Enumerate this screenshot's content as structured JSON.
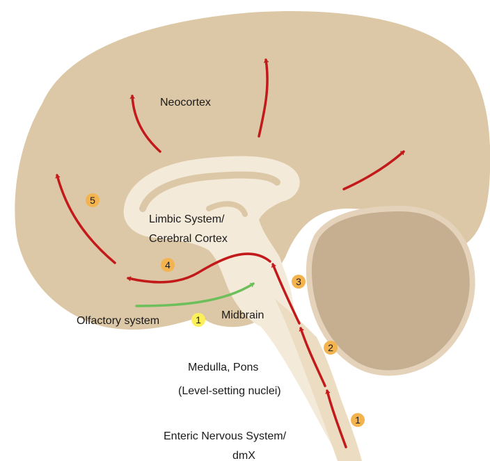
{
  "labels": {
    "neocortex": "Neocortex",
    "limbic_line1": "Limbic System/",
    "limbic_line2": "Cerebral Cortex",
    "olfactory": "Olfactory system",
    "midbrain": "Midbrain",
    "medulla_line1": "Medulla, Pons",
    "medulla_line2": "(Level-setting nuclei)",
    "enteric_line1": "Enteric Nervous System/",
    "enteric_line2": "dmX"
  },
  "badges": {
    "olfactory": "1",
    "stage1": "1",
    "stage2": "2",
    "stage3": "3",
    "stage4": "4",
    "stage5": "5"
  },
  "colors": {
    "brain": "#dcc8a6",
    "inner": "#f4ead9",
    "cerebellum": "#c6ae90",
    "arrow_red": "#c21a1a",
    "arrow_green": "#6cbf5a",
    "badge_orange": "#f3b450",
    "badge_yellow": "#fbf05a"
  }
}
